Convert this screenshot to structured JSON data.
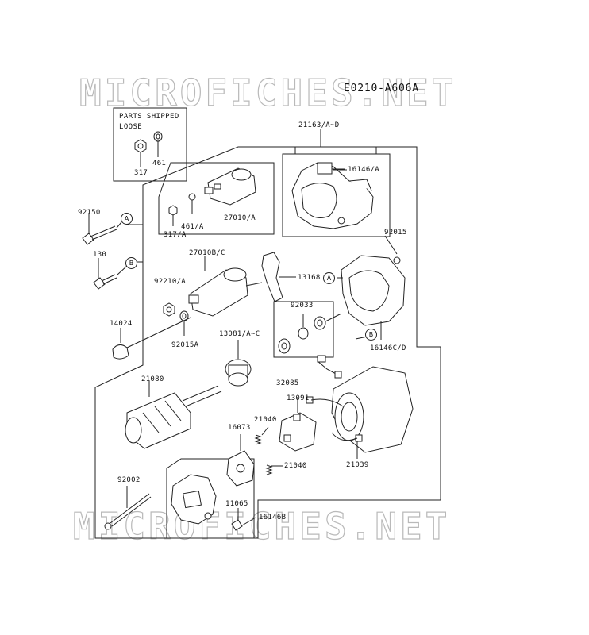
{
  "watermark": {
    "top": "MICROFICHES.NET",
    "bottom": "MICROFICHES.NET"
  },
  "diagram_code": "E0210-A606A",
  "loose_box": {
    "line1": "PARTS SHIPPED",
    "line2": "LOOSE"
  },
  "callouts": {
    "a": "A",
    "b": "B"
  },
  "parts": {
    "p317": "317",
    "p461": "461",
    "p21163": "21163/A~D",
    "p16146a": "16146/A",
    "p27010a": "27010/A",
    "p461a": "461/A",
    "p317a": "317/A",
    "p92150": "92150",
    "p130": "130",
    "p92015": "92015",
    "p27010bc": "27010B/C",
    "p13168": "13168",
    "p92210a": "92210/A",
    "p92033": "92033",
    "p14024": "14024",
    "p92015a": "92015A",
    "p13081": "13081/A~C",
    "p16146cd": "16146C/D",
    "p32085": "32085",
    "p21080": "21080",
    "p13091": "13091",
    "p21040a": "21040",
    "p16073": "16073",
    "p21040b": "21040",
    "p21039": "21039",
    "p92002": "92002",
    "p11065": "11065",
    "p16146b": "16146B"
  }
}
